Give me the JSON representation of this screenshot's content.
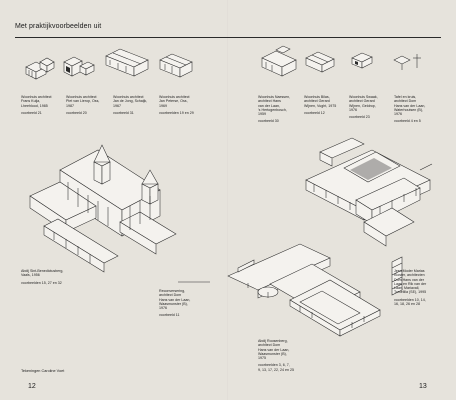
{
  "header": {
    "title": "Met praktijkvoorbeelden uit"
  },
  "captions": [
    {
      "lines": [
        "Woonhuis architect",
        "Frans Kulja,",
        "Lheehlood, 1985"
      ],
      "ref": "voorbeeld 21"
    },
    {
      "lines": [
        "Woonhuis architect",
        "Piet van Lierop, Oss,",
        "1987"
      ],
      "ref": "voorbeeld 20"
    },
    {
      "lines": [
        "Woonhuis architect",
        "Jan de Jong, Schaijk,",
        "1967"
      ],
      "ref": "voorbeeld 31"
    },
    {
      "lines": [
        "Woonhuis architect",
        "Jan Peterse, Oss,",
        "1969"
      ],
      "ref": "voorbeelden 19 en 29"
    },
    {
      "lines": [
        "Woonhuis Naessen,",
        "architect Hans",
        "van der Laan,",
        "'s Hertogenbosch,",
        "1959"
      ],
      "ref": "voorbeeld 30"
    },
    {
      "lines": [
        "Woonhuis Bilas,",
        "architect Gerard",
        "Wijnen, Vught, 1975"
      ],
      "ref": "voorbeeld 12"
    },
    {
      "lines": [
        "Woonhuis Swaak,",
        "architect Gerard",
        "Wijnen, Geldrop,",
        "1976"
      ],
      "ref": "voorbeeld 23"
    },
    {
      "lines": [
        "Tafel en kruis,",
        "architect Dom",
        "Hans van der Laan,",
        "Waterhoutsen (B),",
        "1976"
      ],
      "ref": "voorbeeld 4 en 5"
    },
    {
      "lines": [
        "Abdij Sint-Benedictusberg,",
        "Vaals, 1956"
      ],
      "ref": "voorbeelden 15, 27 en 32"
    },
    {
      "lines": [
        "Reconversering,",
        "architect Dom",
        "Hans van der Laan,",
        "Waasmunster (B),",
        "1976"
      ],
      "ref": "voorbeeld 11"
    },
    {
      "lines": [
        "Abdij Roosenberg,",
        "architect Dom",
        "Hans van der Laan,",
        "Waasmunster (B),",
        "1975"
      ],
      "ref": "voorbeelden 3, 6, 7,",
      "ref2": "9, 13, 17, 22, 24 en 25"
    },
    {
      "lines": [
        "Jesu Moder Marias",
        "Kloster, architecten",
        "Dom Hans van der",
        "Laan en Rik van der",
        "Laan, Mariavall,",
        "Tomelilla (SE), 1995"
      ],
      "ref": "voorbeelden 10, 14,",
      "ref2": "16, 18, 26 en 28"
    }
  ],
  "footer": {
    "credit": "Tekeningen Caroline Voet",
    "page_left": "12",
    "page_right": "13"
  }
}
